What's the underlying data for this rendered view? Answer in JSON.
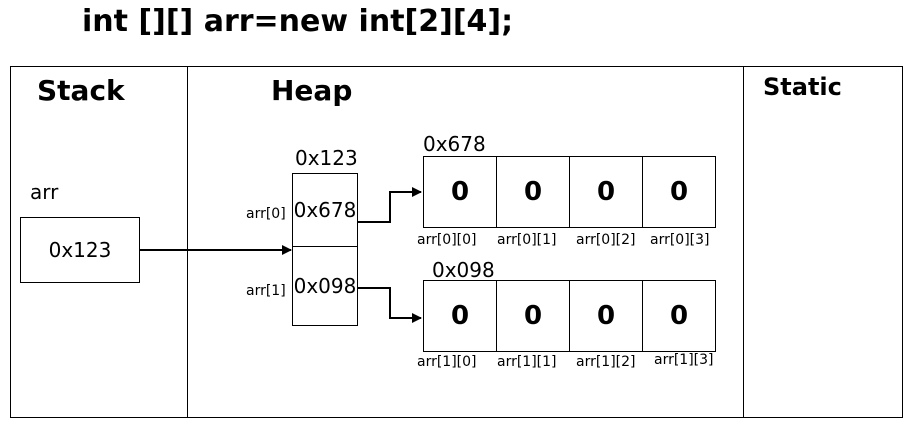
{
  "code": "int [][] arr=new int[2][4];",
  "sections": {
    "stack": "Stack",
    "heap": "Heap",
    "static": "Static"
  },
  "stack": {
    "var_name": "arr",
    "var_value": "0x123"
  },
  "outer_array": {
    "address": "0x123",
    "slots": [
      {
        "label": "arr[0]",
        "value": "0x678"
      },
      {
        "label": "arr[1]",
        "value": "0x098"
      }
    ]
  },
  "inner_arrays": [
    {
      "address": "0x678",
      "values": [
        "0",
        "0",
        "0",
        "0"
      ],
      "indices": [
        "arr[0][0]",
        "arr[0][1]",
        "arr[0][2]",
        "arr[0][3]"
      ]
    },
    {
      "address": "0x098",
      "values": [
        "0",
        "0",
        "0",
        "0"
      ],
      "indices": [
        "arr[1][0]",
        "arr[1][1]",
        "arr[1][2]",
        "arr[1][3]"
      ]
    }
  ]
}
